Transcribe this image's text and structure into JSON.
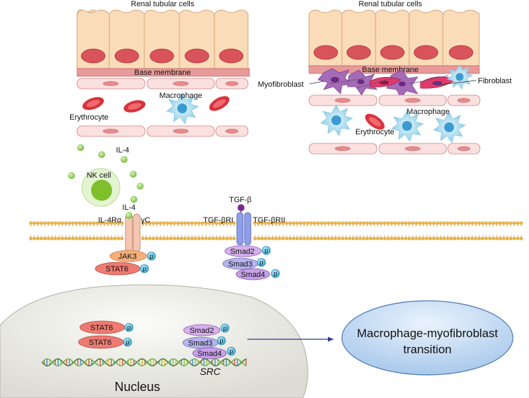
{
  "left_panel": {
    "title": "Renal tubular cells",
    "base_membrane": "Base membrane",
    "macrophage": "Macrophage",
    "erythrocyte": "Erythrocyte"
  },
  "right_panel": {
    "title": "Renal tubular cells",
    "base_membrane": "Base membrane",
    "myofibroblast": "Myofibroblast",
    "fibroblast": "Fibroblast",
    "macrophage": "Macrophage",
    "erythrocyte": "Erythrocyte"
  },
  "cytokine": {
    "il4_top": "IL-4",
    "nk_cell": "NK cell",
    "il4_bound": "IL-4"
  },
  "il4_receptor": {
    "alpha": "IL-4Rα",
    "gamma": "γC",
    "jak3": "JAK3",
    "stat6": "STAT6",
    "phospho": "p"
  },
  "tgf_receptor": {
    "ligand": "TGF-β",
    "r1": "TGF-βRI",
    "r2": "TGF-βRII",
    "smad2": "Smad2",
    "smad3": "Smad3",
    "smad4": "Smad4",
    "phospho": "p"
  },
  "nucleus": {
    "label": "Nucleus",
    "stat6_a": "STAT6",
    "stat6_b": "STAT6",
    "smad2": "Smad2",
    "smad3": "Smad3",
    "smad4": "Smad4",
    "gene": "SRC",
    "phospho": "p"
  },
  "outcome": {
    "line1": "Macrophage-myofibroblast",
    "line2": "transition"
  },
  "colors": {
    "tubular_cell": "#fbdcb9",
    "nucleus_red": "#d9535a",
    "membrane_pink": "#f0a0a0",
    "vessel_pink": "#fbe0e0",
    "macrophage_blue": "#a9dcef",
    "il4_green": "#9ed66b",
    "receptor_pink": "#f6c6b0",
    "tgf_receptor_blue": "#8f9ee8",
    "smad_purple": "#c8a0e8",
    "outcome_blue": "#bcd8f3"
  }
}
